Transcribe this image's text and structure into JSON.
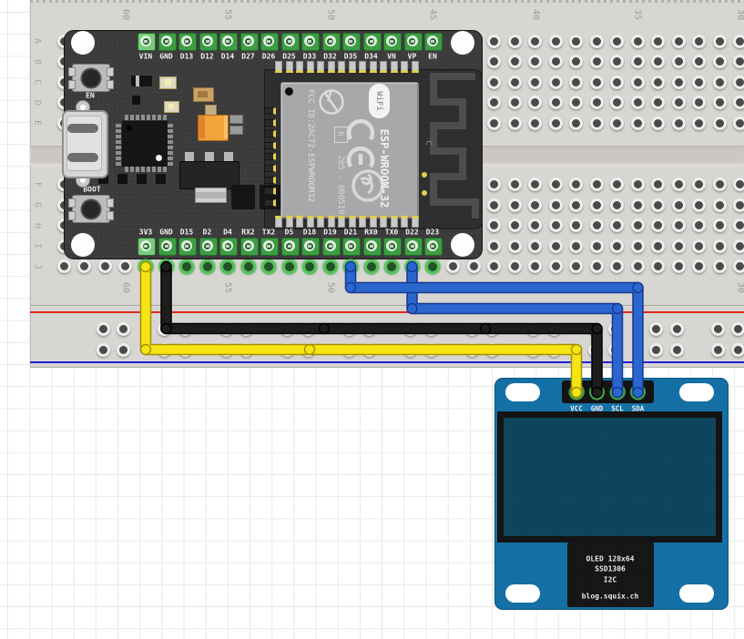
{
  "canvas": {
    "bg": "#ffffff",
    "grid_color": "#e9e9e9"
  },
  "breadboard": {
    "row_letters": [
      "A",
      "B",
      "C",
      "D",
      "E",
      "F",
      "G",
      "H",
      "I",
      "J"
    ],
    "column_numbers": [
      "60",
      "55",
      "50",
      "45",
      "40",
      "35",
      "30"
    ],
    "rail_red_color": "#df2b1c",
    "rail_blue_color": "#2020d8"
  },
  "esp32": {
    "en_label": "EN",
    "boot_label": "BOOT",
    "top_pins": [
      "VIN",
      "GND",
      "D13",
      "D12",
      "D14",
      "D27",
      "D26",
      "D25",
      "D33",
      "D32",
      "D35",
      "D34",
      "VN",
      "VP",
      "EN"
    ],
    "bottom_pins": [
      "3V3",
      "GND",
      "D15",
      "D2",
      "D4",
      "RX2",
      "TX2",
      "D5",
      "D18",
      "D19",
      "D21",
      "RX0",
      "TX0",
      "D22",
      "D23"
    ],
    "module": {
      "fcc": "FCC ID:2AC72-ESPWROOM32",
      "reg_mark": "R",
      "serial": "205 - 000519",
      "model": "ESP-WROOM-32",
      "wifi": "WiFi",
      "pcb_letter": "C"
    }
  },
  "oled": {
    "pin_labels": [
      "VCC",
      "GND",
      "SCL",
      "SDA"
    ],
    "label_lines": [
      "OLED 128x64",
      "SSD1306",
      "I2C"
    ],
    "brand": "blog.squix.ch",
    "pcb_color": "#1470a4",
    "screen_color": "#0e455c"
  },
  "wires": [
    {
      "name": "wire-3v3-vcc",
      "from": "3V3",
      "to": "VCC",
      "color": "#f6e414",
      "outline": "#a19000"
    },
    {
      "name": "wire-gnd-gnd",
      "from": "GND",
      "to": "GND",
      "color": "#1d1d1d",
      "outline": "#000000"
    },
    {
      "name": "wire-d22-scl",
      "from": "D22",
      "to": "SCL",
      "color": "#2b66cf",
      "outline": "#16398f"
    },
    {
      "name": "wire-d21-sda",
      "from": "D21",
      "to": "SDA",
      "color": "#2b66cf",
      "outline": "#16398f"
    }
  ]
}
